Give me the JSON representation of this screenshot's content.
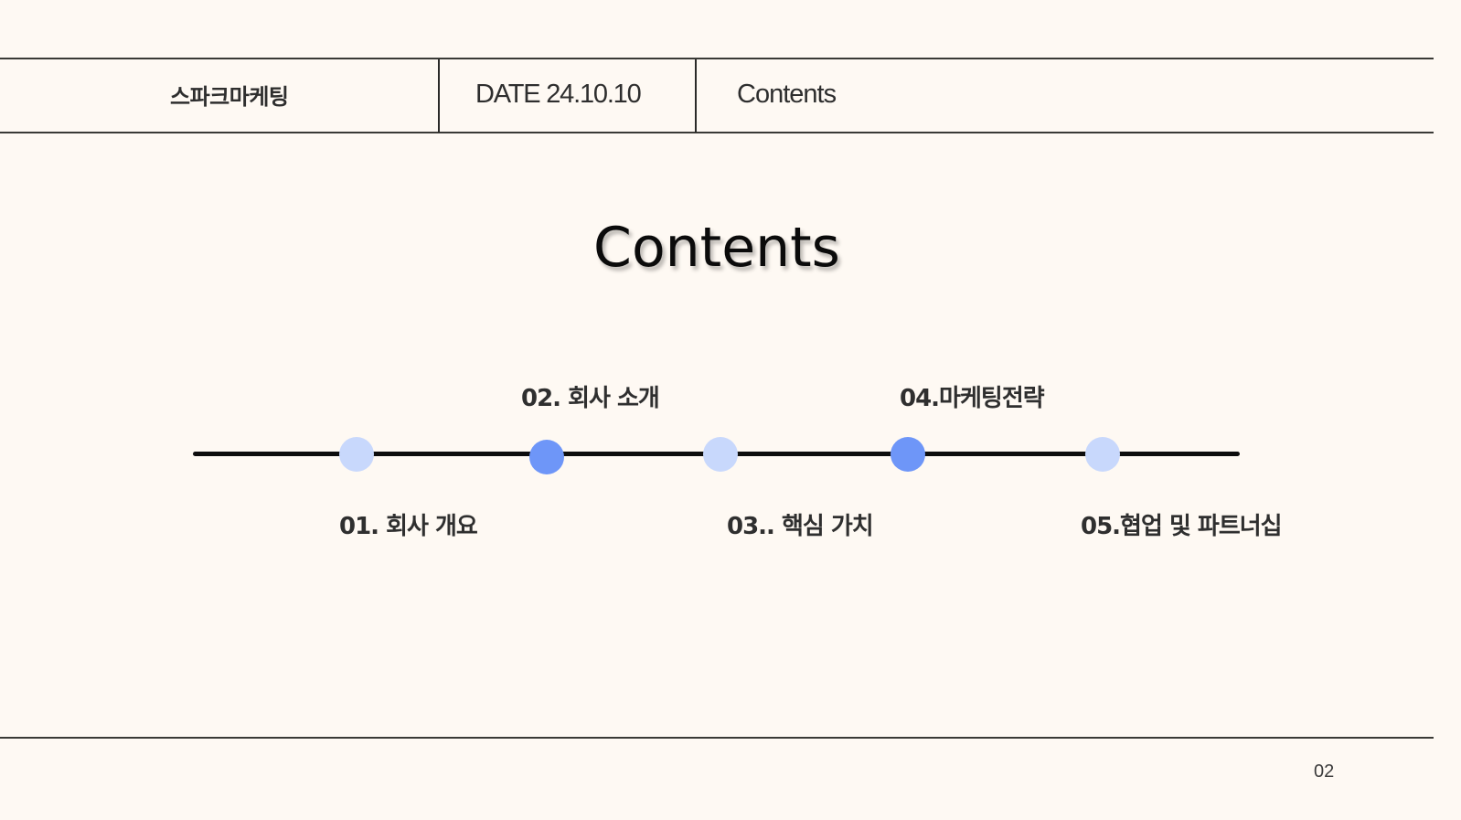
{
  "header": {
    "brand": "스파크마케팅",
    "date": "DATE 24.10.10",
    "section": "Contents"
  },
  "main": {
    "title": "Contents",
    "timeline": {
      "colors": {
        "light": "#C8D8FC",
        "dark": "#6E96F8",
        "track": "#0D0D0D"
      },
      "items": [
        {
          "label": "01. 회사 개요",
          "position": "below",
          "dot": "light"
        },
        {
          "label": "02. 회사 소개",
          "position": "above",
          "dot": "dark"
        },
        {
          "label": "03.. 핵심 가치",
          "position": "below",
          "dot": "light"
        },
        {
          "label": "04.마케팅전략",
          "position": "above",
          "dot": "dark"
        },
        {
          "label": "05.협업 및 파트너십",
          "position": "below",
          "dot": "light"
        }
      ]
    }
  },
  "footer": {
    "page_number": "02"
  },
  "colors": {
    "background": "#FEF9F3",
    "text": "#2F2F2F"
  }
}
